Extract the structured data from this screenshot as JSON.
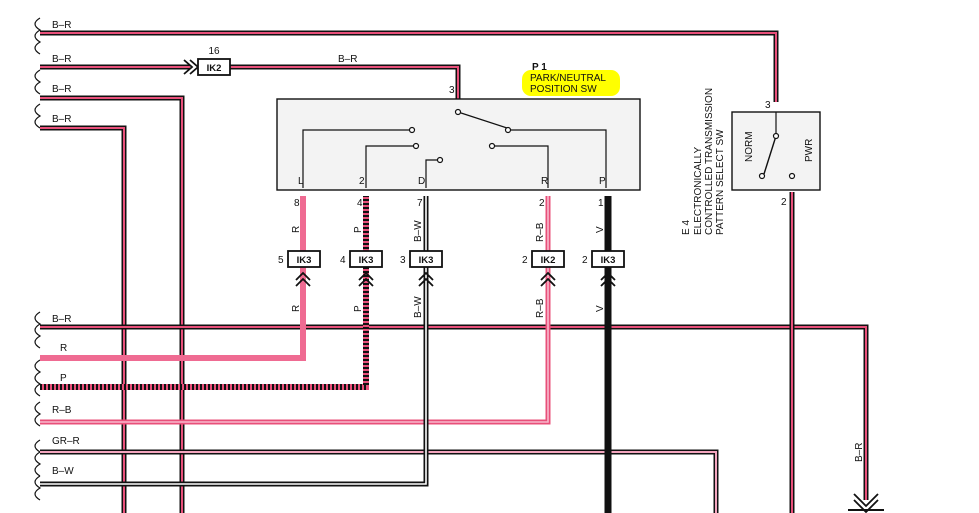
{
  "left_wires": [
    "B–R",
    "B–R",
    "B–R",
    "B–R",
    "B–R",
    "R",
    "P",
    "R–B",
    "GR–R",
    "B–W"
  ],
  "top_connector": {
    "pin": "16",
    "label": "IK2",
    "wire": "B–R"
  },
  "park_neutral_switch": {
    "code": "P 1",
    "name_line1": "PARK/NEUTRAL",
    "name_line2": "POSITION SW",
    "input_pin": "3",
    "positions": [
      "L",
      "2",
      "D",
      "R",
      "P"
    ],
    "pins": [
      "8",
      "4",
      "7",
      "2",
      "1"
    ],
    "wires": [
      "R",
      "P",
      "B–W",
      "R–B",
      "V"
    ],
    "connectors": [
      {
        "pin": "5",
        "label": "IK3"
      },
      {
        "pin": "4",
        "label": "IK3"
      },
      {
        "pin": "3",
        "label": "IK3"
      },
      {
        "pin": "2",
        "label": "IK2"
      },
      {
        "pin": "2",
        "label": "IK3"
      }
    ],
    "highlight_color": "#ffff00"
  },
  "pattern_select_switch": {
    "code": "E 4",
    "line1": "ELECTRONICALLY",
    "line2": "CONTROLLED TRANSMISSION",
    "line3": "PATTERN SELECT SW",
    "pin_top": "3",
    "pin_bottom": "2",
    "norm": "NORM",
    "pwr": "PWR"
  },
  "ground_wire": "B–R",
  "wire_colors": {
    "black": "#111111",
    "red": "#e8507a",
    "pink": "#f4a6bf",
    "red_stripe": "#d63a64"
  }
}
